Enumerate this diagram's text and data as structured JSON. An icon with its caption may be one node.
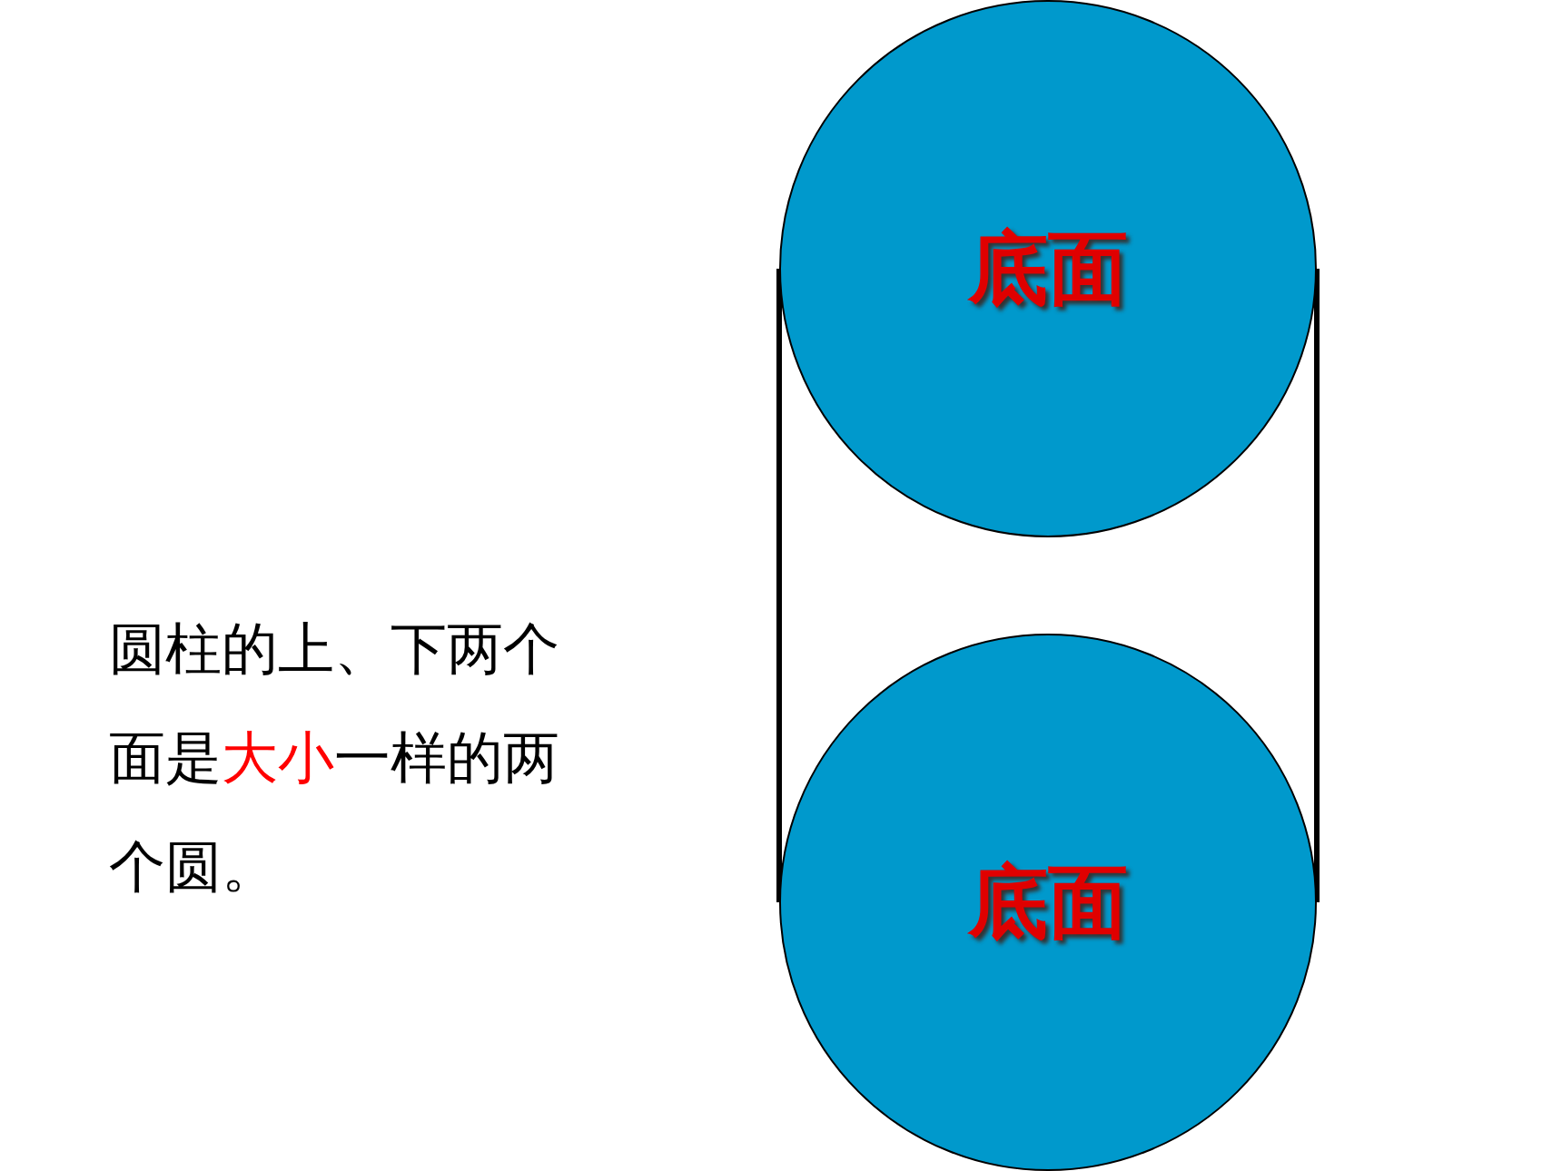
{
  "diagram": {
    "nodes": [
      {
        "text": [
          "底面"
        ]
      },
      {
        "text": [
          "底面"
        ]
      }
    ],
    "edges": [
      {
        "from": 0,
        "to": 1,
        "arrow": "none"
      },
      {
        "from": 0,
        "to": 1,
        "arrow": "none"
      }
    ],
    "labels": [
      "圆柱的上、下两个面是",
      "大小",
      "一样的两个圆。"
    ]
  }
}
